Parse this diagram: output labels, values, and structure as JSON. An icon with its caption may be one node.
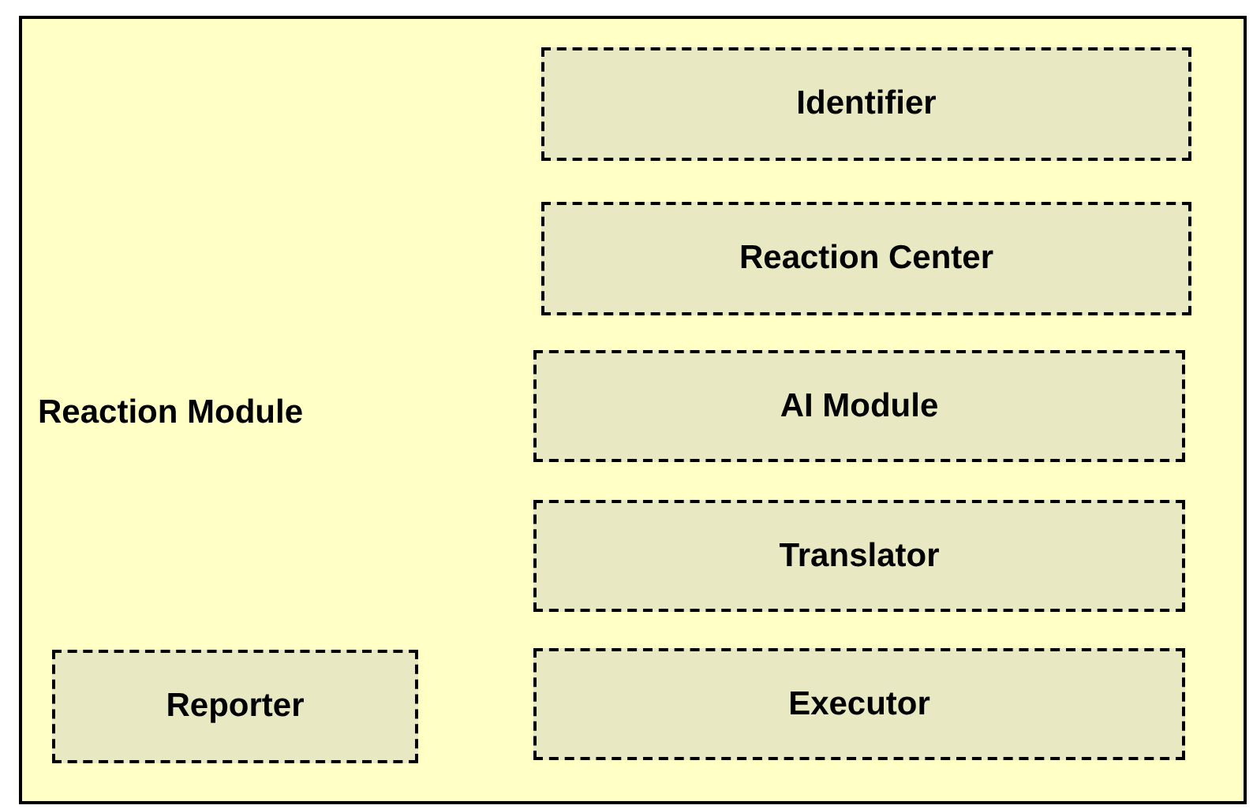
{
  "diagram": {
    "nodes": [
      {
        "text": [
          "Reaction Module"
        ]
      },
      {
        "text": [
          "Identifier"
        ],
        "in": 0
      },
      {
        "text": [
          "Reaction Center"
        ],
        "in": 0
      },
      {
        "text": [
          "AI Module"
        ],
        "in": 0
      },
      {
        "text": [
          "Translator"
        ],
        "in": 0
      },
      {
        "text": [
          "Reporter"
        ],
        "in": 0
      },
      {
        "text": [
          "Executor"
        ],
        "in": 0
      }
    ]
  }
}
